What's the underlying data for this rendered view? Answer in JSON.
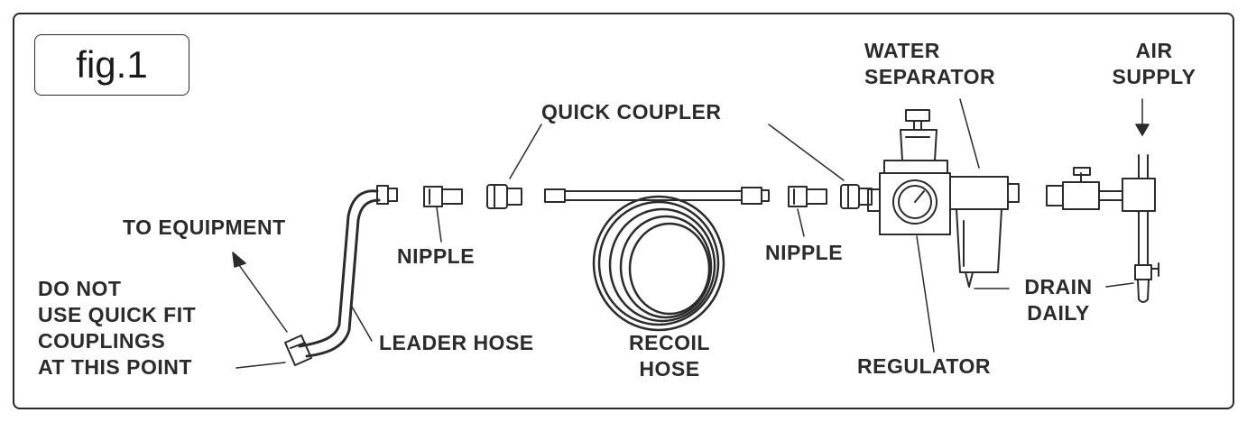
{
  "figure": {
    "label": "fig.1"
  },
  "labels": {
    "water_separator": [
      "WATER",
      "SEPARATOR"
    ],
    "air_supply": [
      "AIR",
      "SUPPLY"
    ],
    "quick_coupler": "QUICK COUPLER",
    "to_equipment": "TO EQUIPMENT",
    "nipple_left": "NIPPLE",
    "nipple_right": "NIPPLE",
    "drain_daily": [
      "DRAIN",
      "DAILY"
    ],
    "warning": [
      "DO NOT",
      "USE QUICK FIT",
      "COUPLINGS",
      "AT THIS POINT"
    ],
    "leader_hose": "LEADER HOSE",
    "recoil_hose": [
      "RECOIL",
      "HOSE"
    ],
    "regulator": "REGULATOR"
  },
  "colors": {
    "ink": "#2b2b2b",
    "background": "#ffffff"
  }
}
